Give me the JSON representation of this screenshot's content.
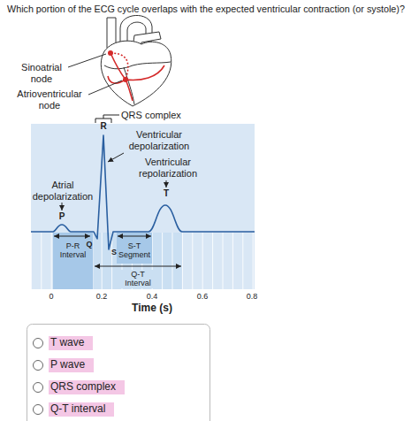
{
  "diagram": {
    "title": "Which portion of the ECG cycle overlaps with the expected ventricular contraction (or systole)?",
    "nodes": [
      {
        "text": [
          "P-R Interval"
        ]
      },
      {
        "text": [
          "S-T Segment"
        ]
      },
      {
        "text": [
          "T wave"
        ]
      },
      {
        "text": [
          "P wave"
        ]
      },
      {
        "text": [
          "QRS complex"
        ]
      },
      {
        "text": [
          "Q-T interval"
        ]
      }
    ],
    "labels": [
      "Sinoatrial node",
      "Atrioventricular node",
      "QRS complex",
      "R",
      "Ventricular depolarization",
      "Ventricular repolarization",
      "T",
      "Atrial depolarization",
      "P",
      "Q",
      "S",
      "Q-T Interval",
      "0",
      "0.2",
      "0.4",
      "0.6",
      "0.8",
      "Time (s)"
    ]
  }
}
